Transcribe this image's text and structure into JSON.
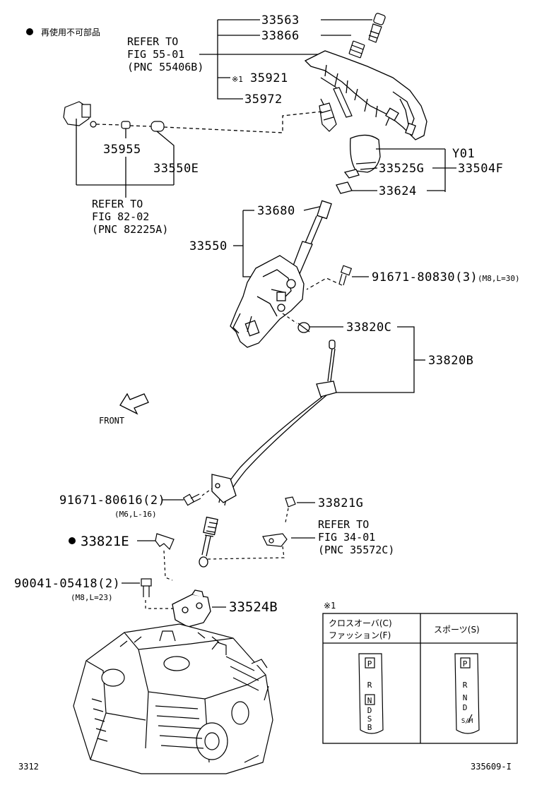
{
  "legend_note": "再使用不可部品",
  "parts": {
    "p33563": "33563",
    "p33866": "33866",
    "p35921": "35921",
    "p35921_mark": "※1",
    "p35972": "35972",
    "p35955": "35955",
    "p33550E": "33550E",
    "pY01": "Y01",
    "p33525G": "33525G",
    "p33504F": "33504F",
    "p33624": "33624",
    "p33680": "33680",
    "p33550": "33550",
    "p91671_80830": "91671-80830(3)",
    "p91671_80830_spec": "(M8,L=30)",
    "p33820C": "33820C",
    "p33820B": "33820B",
    "p91671_80616": "91671-80616(2)",
    "p91671_80616_spec": "(M6,L-16)",
    "p33821G": "33821G",
    "p33821E": "33821E",
    "p90041": "90041-05418(2)",
    "p90041_spec": "(M8,L=23)",
    "p33524B": "33524B"
  },
  "refs": {
    "r1": [
      "REFER TO",
      "FIG 55-01",
      "(PNC 55406B)"
    ],
    "r2": [
      "REFER TO",
      "FIG 82-02",
      "(PNC 82225A)"
    ],
    "r3": [
      "REFER TO",
      "FIG 34-01",
      "(PNC 35572C)"
    ]
  },
  "front_label": "FRONT",
  "table": {
    "note": "※1",
    "col1": [
      "クロスオーバ(C)",
      "ファッション(F)"
    ],
    "col2": "スポーツ(S)",
    "gate1": [
      "P",
      "R",
      "N",
      "D",
      "S",
      "B"
    ],
    "gate2": [
      "P",
      "R",
      "N",
      "D",
      "S/M"
    ]
  },
  "footer_left": "3312",
  "footer_right": "335609-I"
}
